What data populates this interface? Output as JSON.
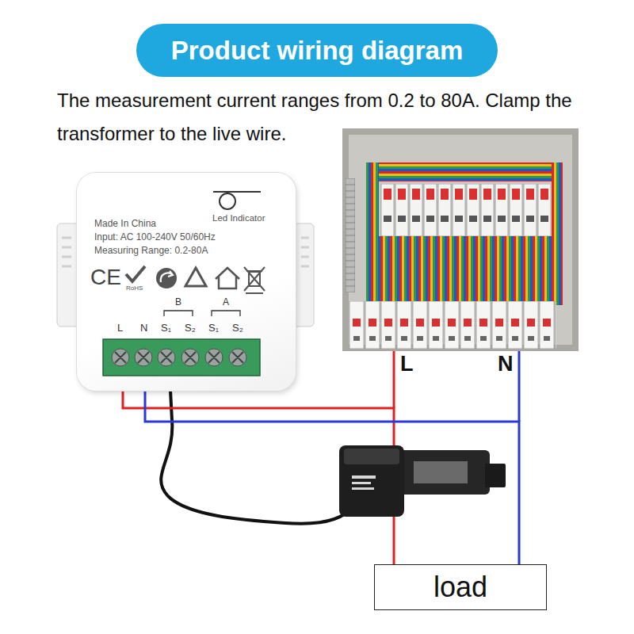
{
  "diagram": {
    "title": "Product wiring diagram",
    "nodes": [
      {
        "text": [
          "Led Indicator",
          "Made In China",
          "Input: AC 100-240V 50/60Hz",
          "Measuring Range: 0.2-80A",
          "CE",
          "RoHS",
          "B",
          "A",
          "L",
          "N",
          "S₁",
          "S₂",
          "S₁",
          "S₂"
        ]
      },
      {
        "text": [
          "load"
        ]
      }
    ],
    "edges": [
      {
        "from": 0,
        "to": 1,
        "arrow": "none"
      },
      {
        "from": 0,
        "to": 1,
        "arrow": "none"
      }
    ],
    "labels": [
      "The measurement current ranges from 0.2 to 80A. Clamp the transformer to the live wire.",
      "L",
      "N"
    ]
  }
}
